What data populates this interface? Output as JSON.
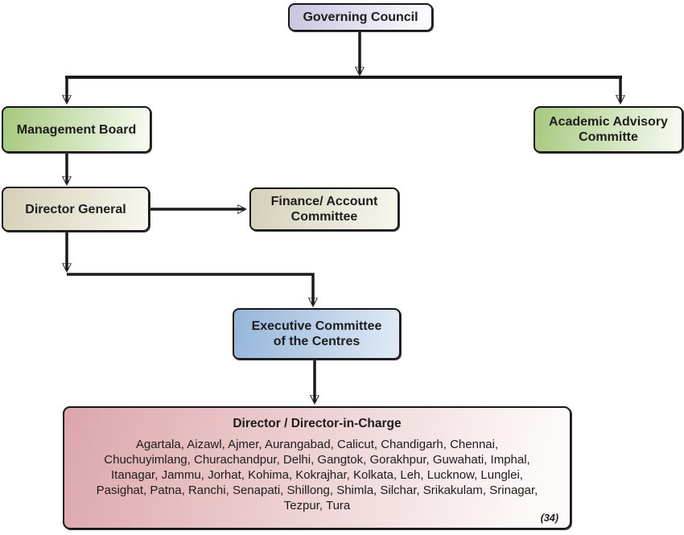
{
  "diagram": {
    "type": "org-chart",
    "nodes": {
      "governing_council": {
        "label": "Governing Council"
      },
      "management_board": {
        "label": "Management Board"
      },
      "academic_advisory": {
        "label": "Academic Advisory\nCommitte"
      },
      "director_general": {
        "label": "Director General"
      },
      "finance_committee": {
        "label": "Finance/ Account\nCommittee"
      },
      "executive_committee": {
        "label": "Executive Committee\nof the Centres"
      },
      "directors": {
        "title": "Director / Director-in-Charge",
        "list_text": "Agartala, Aizawl, Ajmer, Aurangabad, Calicut, Chandigarh, Chennai,\nChuchuyimlang, Churachandpur, Delhi, Gangtok, Gorakhpur, Guwahati, Imphal,\nItanagar, Jammu, Jorhat, Kohima, Kokrajhar, Kolkata, Leh, Lucknow, Lunglei,\nPasighat, Patna, Ranchi, Senapati, Shillong, Shimla, Silchar, Srikakulam, Srinagar,\nTezpur, Tura",
        "count_note": "(34)"
      }
    },
    "edges": [
      {
        "from": "governing_council",
        "to": "management_board"
      },
      {
        "from": "governing_council",
        "to": "academic_advisory"
      },
      {
        "from": "management_board",
        "to": "director_general"
      },
      {
        "from": "director_general",
        "to": "finance_committee"
      },
      {
        "from": "director_general",
        "to": "executive_committee"
      },
      {
        "from": "executive_committee",
        "to": "directors"
      }
    ]
  },
  "colors": {
    "lavender_start": "#c9c5df",
    "lavender_end": "#fbfafe",
    "green_start": "#a5c97e",
    "green_end": "#f5f9ee",
    "tan_start": "#d4d0b8",
    "tan_end": "#f7f5ec",
    "blue_start": "#94b5d9",
    "blue_end": "#dde8f4",
    "pink_start": "#dca6ab",
    "pink_end": "#fdf9f8",
    "line": "#1a1a1a",
    "text": "#1c1c1c"
  }
}
